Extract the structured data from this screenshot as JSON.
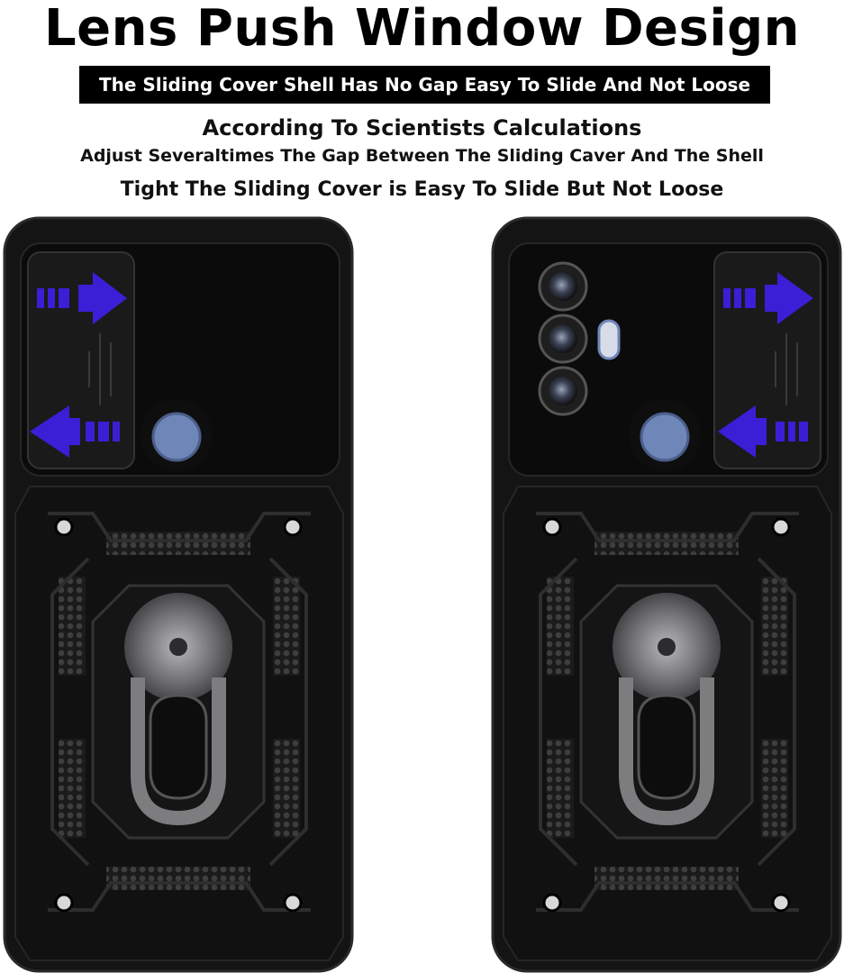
{
  "heading": {
    "title": "Lens Push Window Design",
    "banner": "The Sliding Cover Shell Has No Gap Easy To Slide And Not Loose",
    "line1": "According To Scientists Calculations",
    "line2": "Adjust Severaltimes The Gap Between The Sliding Caver And The Shell",
    "line3": "Tight The Sliding Cover is Easy To Slide But Not Loose"
  },
  "colors": {
    "case_black": "#141414",
    "case_dark": "#0b0b0b",
    "case_edge": "#2a2a2a",
    "arrow_blue": "#3a1fd6",
    "lens_blue": "#6f86b8",
    "ring_metal": "#7d7d80",
    "background": "#ffffff"
  },
  "phones": [
    {
      "name": "case-closed-slider",
      "slider_state": "closed",
      "icons": [
        "arrow-right-icon",
        "arrow-left-icon",
        "ring-holder-icon",
        "fingerprint-sensor-icon"
      ]
    },
    {
      "name": "case-open-slider",
      "slider_state": "open",
      "icons": [
        "camera-lens-icon",
        "flash-icon",
        "arrow-right-icon",
        "arrow-left-icon",
        "ring-holder-icon",
        "fingerprint-sensor-icon"
      ]
    }
  ]
}
